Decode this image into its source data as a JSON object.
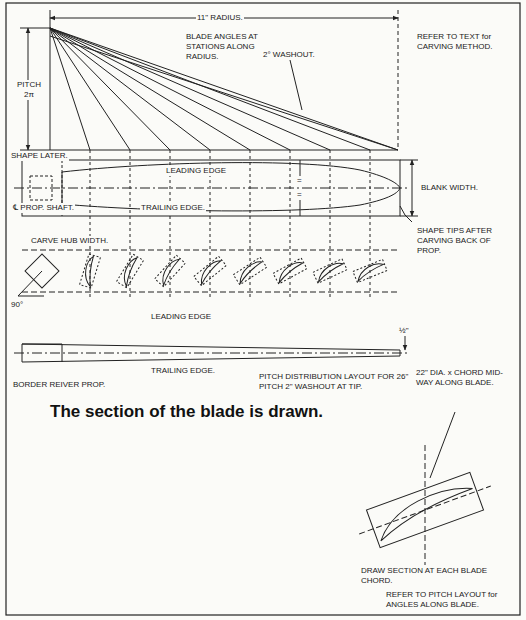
{
  "diagram": {
    "caption": "The section of the blade is drawn.",
    "labels": [
      "11\" RADIUS.",
      "BLADE ANGLES AT STATIONS ALONG RADIUS.",
      "2° WASHOUT.",
      "REFER TO TEXT for CARVING METHOD.",
      "PITCH 2π",
      "SHAPE LATER.",
      "LEADING EDGE",
      "℄ PROP. SHAFT.",
      "TRAILING EDGE.",
      "=",
      "=",
      "BLANK WIDTH.",
      "SHAPE TIPS AFTER CARVING BACK OF PROP.",
      "CARVE HUB WIDTH.",
      "90°",
      "LEADING EDGE",
      "TRAILING EDGE.",
      "½\"",
      "BORDER REIVER PROP.",
      "PITCH DISTRIBUTION LAYOUT FOR 26\" PITCH 2\" WASHOUT AT TIP.",
      "22\" DIA. x CHORD MID-WAY ALONG BLADE.",
      "DRAW SECTION AT EACH BLADE CHORD.",
      "REFER TO PITCH LAYOUT for ANGLES ALONG BLADE."
    ]
  }
}
